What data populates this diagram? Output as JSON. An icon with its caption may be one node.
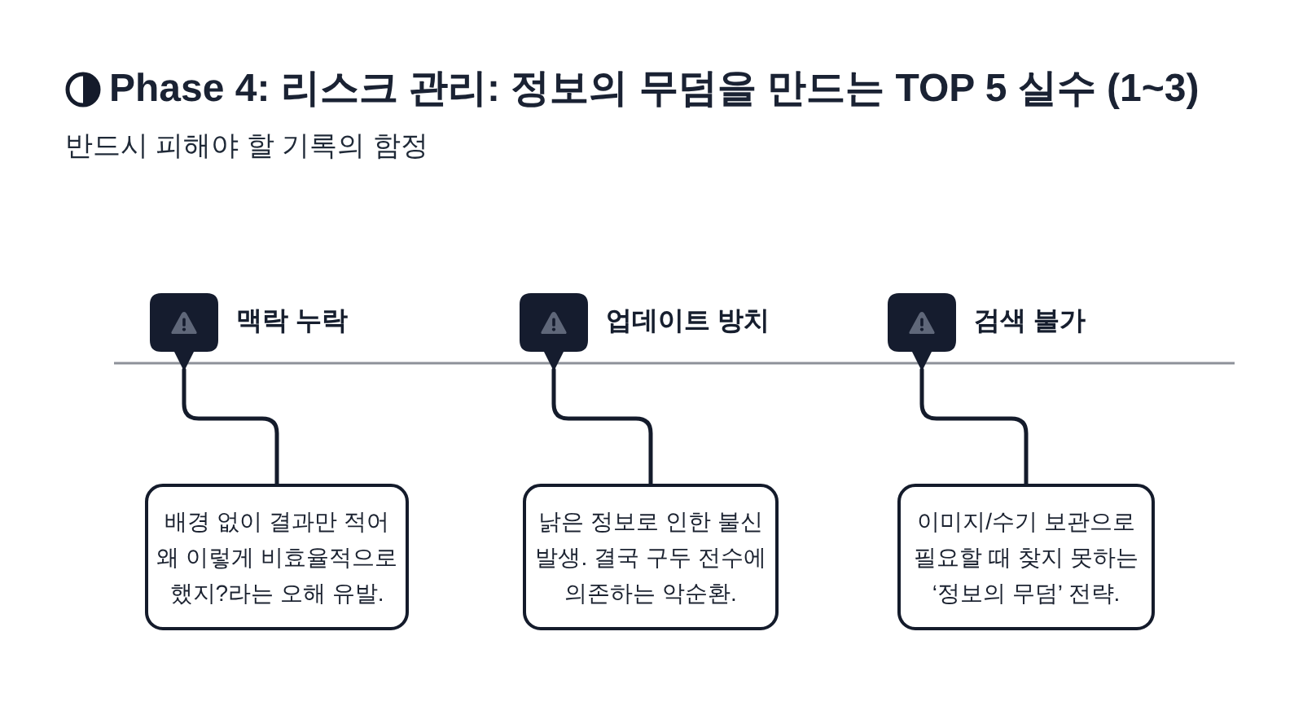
{
  "diagram": {
    "title": "Phase 4: 리스크 관리: 정보의 무덤을 만드는 TOP 5 실수 (1~3)",
    "nodes": [
      {
        "text": [
          "맥락 누락"
        ]
      },
      {
        "text": [
          "업데이트 방치"
        ]
      },
      {
        "text": [
          "검색 불가"
        ]
      },
      {
        "text": [
          "배경 없이 결과만 적어 왜 이렇게 비효율적으로 했지?라는 오해 유발."
        ]
      },
      {
        "text": [
          "낡은 정보로 인한 불신 발생. 결국 구두 전수에 의존하는 악순환."
        ]
      },
      {
        "text": [
          "이미지/수기 보관으로 필요할 때 찾지 못하는 ‘정보의 무덤’ 전략."
        ]
      }
    ],
    "edges": [
      {
        "from": 0,
        "to": 3,
        "arrow": "none"
      },
      {
        "from": 1,
        "to": 4,
        "arrow": "none"
      },
      {
        "from": 2,
        "to": 5,
        "arrow": "none"
      }
    ],
    "labels": [
      "반드시 피해야 할 기록의 함정"
    ]
  }
}
